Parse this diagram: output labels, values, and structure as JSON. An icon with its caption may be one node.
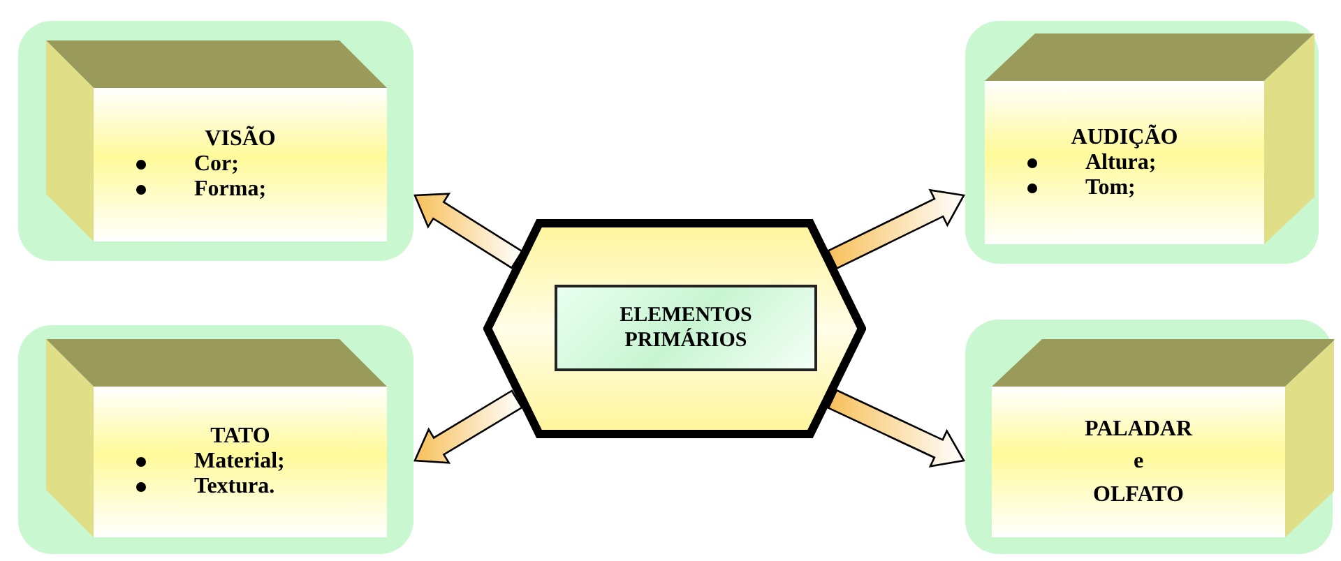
{
  "diagram": {
    "nodes": [
      {
        "text": [
          "VISÃO",
          "Cor;",
          "Forma;"
        ]
      },
      {
        "text": [
          "AUDIÇÃO",
          "Altura;",
          "Tom;"
        ]
      },
      {
        "text": [],
        "shape": "hexagon"
      },
      {
        "text": [
          "ELEMENTOS PRIMÁRIOS"
        ],
        "in": 2
      },
      {
        "text": [
          "TATO",
          "Material;",
          "Textura."
        ]
      },
      {
        "text": [
          "PALADAR e OLFATO"
        ]
      }
    ],
    "edges": [
      {
        "from": 2,
        "to": 0,
        "arrow": "to"
      },
      {
        "from": 2,
        "to": 1,
        "arrow": "to"
      },
      {
        "from": 2,
        "to": 4,
        "arrow": "to"
      },
      {
        "from": 2,
        "to": 5,
        "arrow": "to"
      }
    ]
  }
}
